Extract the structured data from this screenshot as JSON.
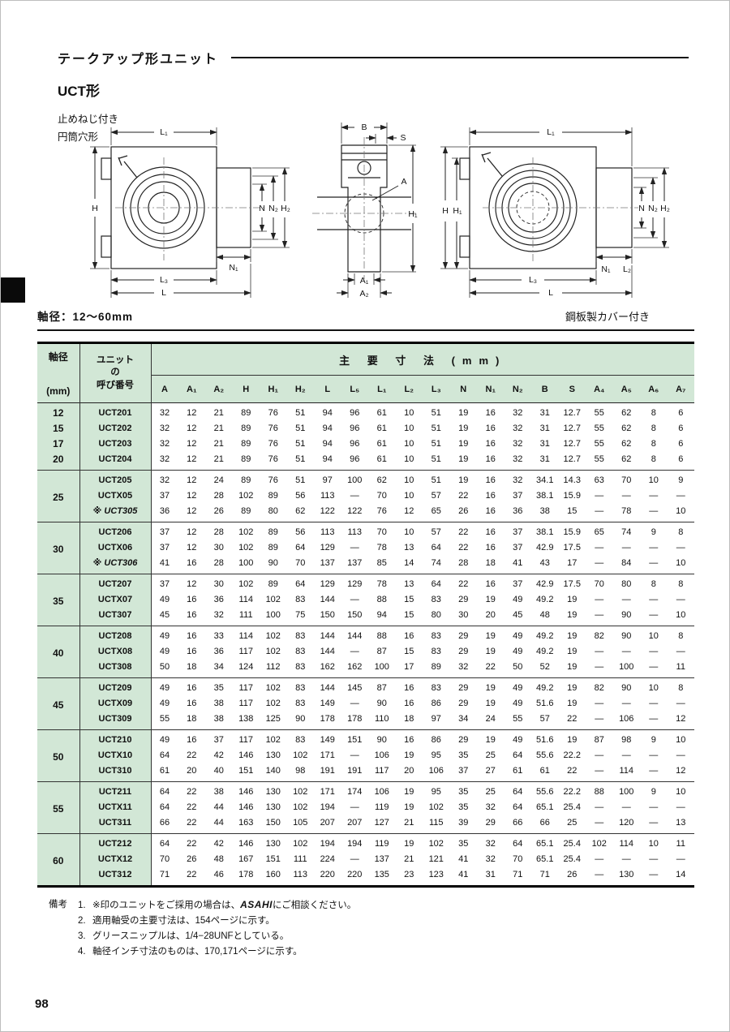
{
  "page": {
    "title": "テークアップ形ユニット",
    "model": "UCT形",
    "feature1": "止めねじ付き",
    "feature2": "円筒穴形",
    "shaft_range": "軸径：12〜60mm",
    "cover_note": "鋼板製カバー付き",
    "page_number": "98"
  },
  "colors": {
    "header_green": "#d2e7d6",
    "line": "#111111"
  },
  "diagrams": {
    "fig1": {
      "L1": "L₁",
      "H": "H",
      "N": "N",
      "N2": "N₂",
      "H2": "H₂",
      "N1": "N₁",
      "L3": "L₃",
      "L": "L"
    },
    "fig2": {
      "B": "B",
      "S": "S",
      "A": "A",
      "H1": "H₁",
      "A1": "A₁",
      "A2": "A₂"
    },
    "fig3": {
      "L1": "L₁",
      "H": "H",
      "H1": "H₁",
      "N": "N",
      "N2": "N₂",
      "H2": "H₂",
      "N1": "N₁",
      "L2": "L₂",
      "L3": "L₃",
      "L": "L"
    }
  },
  "table": {
    "h_shaft": "軸径",
    "h_shaft_unit": "(mm)",
    "h_unit": "ユニット\nの\n呼び番号",
    "h_main": "主 要 寸 法 (mm)",
    "star_mark": "※",
    "dim_headers": [
      "A",
      "A₁",
      "A₂",
      "H",
      "H₁",
      "H₂",
      "L",
      "L₅",
      "L₁",
      "L₂",
      "L₃",
      "N",
      "N₁",
      "N₂",
      "B",
      "S",
      "A₄",
      "A₅",
      "A₆",
      "A₇"
    ],
    "groups": [
      {
        "d": null,
        "rows": [
          {
            "d": "12",
            "name": "UCT201",
            "star": false,
            "v": [
              "32",
              "12",
              "21",
              "89",
              "76",
              "51",
              "94",
              "96",
              "61",
              "10",
              "51",
              "19",
              "16",
              "32",
              "31",
              "12.7",
              "55",
              "62",
              "8",
              "6"
            ]
          },
          {
            "d": "15",
            "name": "UCT202",
            "star": false,
            "v": [
              "32",
              "12",
              "21",
              "89",
              "76",
              "51",
              "94",
              "96",
              "61",
              "10",
              "51",
              "19",
              "16",
              "32",
              "31",
              "12.7",
              "55",
              "62",
              "8",
              "6"
            ]
          },
          {
            "d": "17",
            "name": "UCT203",
            "star": false,
            "v": [
              "32",
              "12",
              "21",
              "89",
              "76",
              "51",
              "94",
              "96",
              "61",
              "10",
              "51",
              "19",
              "16",
              "32",
              "31",
              "12.7",
              "55",
              "62",
              "8",
              "6"
            ]
          },
          {
            "d": "20",
            "name": "UCT204",
            "star": false,
            "v": [
              "32",
              "12",
              "21",
              "89",
              "76",
              "51",
              "94",
              "96",
              "61",
              "10",
              "51",
              "19",
              "16",
              "32",
              "31",
              "12.7",
              "55",
              "62",
              "8",
              "6"
            ]
          }
        ]
      },
      {
        "d": "25",
        "rows": [
          {
            "name": "UCT205",
            "star": false,
            "v": [
              "32",
              "12",
              "24",
              "89",
              "76",
              "51",
              "97",
              "100",
              "62",
              "10",
              "51",
              "19",
              "16",
              "32",
              "34.1",
              "14.3",
              "63",
              "70",
              "10",
              "9"
            ]
          },
          {
            "name": "UCTX05",
            "star": false,
            "v": [
              "37",
              "12",
              "28",
              "102",
              "89",
              "56",
              "113",
              "—",
              "70",
              "10",
              "57",
              "22",
              "16",
              "37",
              "38.1",
              "15.9",
              "—",
              "—",
              "—",
              "—"
            ]
          },
          {
            "name": "UCT305",
            "star": true,
            "v": [
              "36",
              "12",
              "26",
              "89",
              "80",
              "62",
              "122",
              "122",
              "76",
              "12",
              "65",
              "26",
              "16",
              "36",
              "38",
              "15",
              "—",
              "78",
              "—",
              "10"
            ]
          }
        ]
      },
      {
        "d": "30",
        "rows": [
          {
            "name": "UCT206",
            "star": false,
            "v": [
              "37",
              "12",
              "28",
              "102",
              "89",
              "56",
              "113",
              "113",
              "70",
              "10",
              "57",
              "22",
              "16",
              "37",
              "38.1",
              "15.9",
              "65",
              "74",
              "9",
              "8"
            ]
          },
          {
            "name": "UCTX06",
            "star": false,
            "v": [
              "37",
              "12",
              "30",
              "102",
              "89",
              "64",
              "129",
              "—",
              "78",
              "13",
              "64",
              "22",
              "16",
              "37",
              "42.9",
              "17.5",
              "—",
              "—",
              "—",
              "—"
            ]
          },
          {
            "name": "UCT306",
            "star": true,
            "v": [
              "41",
              "16",
              "28",
              "100",
              "90",
              "70",
              "137",
              "137",
              "85",
              "14",
              "74",
              "28",
              "18",
              "41",
              "43",
              "17",
              "—",
              "84",
              "—",
              "10"
            ]
          }
        ]
      },
      {
        "d": "35",
        "rows": [
          {
            "name": "UCT207",
            "star": false,
            "v": [
              "37",
              "12",
              "30",
              "102",
              "89",
              "64",
              "129",
              "129",
              "78",
              "13",
              "64",
              "22",
              "16",
              "37",
              "42.9",
              "17.5",
              "70",
              "80",
              "8",
              "8"
            ]
          },
          {
            "name": "UCTX07",
            "star": false,
            "v": [
              "49",
              "16",
              "36",
              "114",
              "102",
              "83",
              "144",
              "—",
              "88",
              "15",
              "83",
              "29",
              "19",
              "49",
              "49.2",
              "19",
              "—",
              "—",
              "—",
              "—"
            ]
          },
          {
            "name": "UCT307",
            "star": false,
            "v": [
              "45",
              "16",
              "32",
              "111",
              "100",
              "75",
              "150",
              "150",
              "94",
              "15",
              "80",
              "30",
              "20",
              "45",
              "48",
              "19",
              "—",
              "90",
              "—",
              "10"
            ]
          }
        ]
      },
      {
        "d": "40",
        "rows": [
          {
            "name": "UCT208",
            "star": false,
            "v": [
              "49",
              "16",
              "33",
              "114",
              "102",
              "83",
              "144",
              "144",
              "88",
              "16",
              "83",
              "29",
              "19",
              "49",
              "49.2",
              "19",
              "82",
              "90",
              "10",
              "8"
            ]
          },
          {
            "name": "UCTX08",
            "star": false,
            "v": [
              "49",
              "16",
              "36",
              "117",
              "102",
              "83",
              "144",
              "—",
              "87",
              "15",
              "83",
              "29",
              "19",
              "49",
              "49.2",
              "19",
              "—",
              "—",
              "—",
              "—"
            ]
          },
          {
            "name": "UCT308",
            "star": false,
            "v": [
              "50",
              "18",
              "34",
              "124",
              "112",
              "83",
              "162",
              "162",
              "100",
              "17",
              "89",
              "32",
              "22",
              "50",
              "52",
              "19",
              "—",
              "100",
              "—",
              "11"
            ]
          }
        ]
      },
      {
        "d": "45",
        "rows": [
          {
            "name": "UCT209",
            "star": false,
            "v": [
              "49",
              "16",
              "35",
              "117",
              "102",
              "83",
              "144",
              "145",
              "87",
              "16",
              "83",
              "29",
              "19",
              "49",
              "49.2",
              "19",
              "82",
              "90",
              "10",
              "8"
            ]
          },
          {
            "name": "UCTX09",
            "star": false,
            "v": [
              "49",
              "16",
              "38",
              "117",
              "102",
              "83",
              "149",
              "—",
              "90",
              "16",
              "86",
              "29",
              "19",
              "49",
              "51.6",
              "19",
              "—",
              "—",
              "—",
              "—"
            ]
          },
          {
            "name": "UCT309",
            "star": false,
            "v": [
              "55",
              "18",
              "38",
              "138",
              "125",
              "90",
              "178",
              "178",
              "110",
              "18",
              "97",
              "34",
              "24",
              "55",
              "57",
              "22",
              "—",
              "106",
              "—",
              "12"
            ]
          }
        ]
      },
      {
        "d": "50",
        "rows": [
          {
            "name": "UCT210",
            "star": false,
            "v": [
              "49",
              "16",
              "37",
              "117",
              "102",
              "83",
              "149",
              "151",
              "90",
              "16",
              "86",
              "29",
              "19",
              "49",
              "51.6",
              "19",
              "87",
              "98",
              "9",
              "10"
            ]
          },
          {
            "name": "UCTX10",
            "star": false,
            "v": [
              "64",
              "22",
              "42",
              "146",
              "130",
              "102",
              "171",
              "—",
              "106",
              "19",
              "95",
              "35",
              "25",
              "64",
              "55.6",
              "22.2",
              "—",
              "—",
              "—",
              "—"
            ]
          },
          {
            "name": "UCT310",
            "star": false,
            "v": [
              "61",
              "20",
              "40",
              "151",
              "140",
              "98",
              "191",
              "191",
              "117",
              "20",
              "106",
              "37",
              "27",
              "61",
              "61",
              "22",
              "—",
              "114",
              "—",
              "12"
            ]
          }
        ]
      },
      {
        "d": "55",
        "rows": [
          {
            "name": "UCT211",
            "star": false,
            "v": [
              "64",
              "22",
              "38",
              "146",
              "130",
              "102",
              "171",
              "174",
              "106",
              "19",
              "95",
              "35",
              "25",
              "64",
              "55.6",
              "22.2",
              "88",
              "100",
              "9",
              "10"
            ]
          },
          {
            "name": "UCTX11",
            "star": false,
            "v": [
              "64",
              "22",
              "44",
              "146",
              "130",
              "102",
              "194",
              "—",
              "119",
              "19",
              "102",
              "35",
              "32",
              "64",
              "65.1",
              "25.4",
              "—",
              "—",
              "—",
              "—"
            ]
          },
          {
            "name": "UCT311",
            "star": false,
            "v": [
              "66",
              "22",
              "44",
              "163",
              "150",
              "105",
              "207",
              "207",
              "127",
              "21",
              "115",
              "39",
              "29",
              "66",
              "66",
              "25",
              "—",
              "120",
              "—",
              "13"
            ]
          }
        ]
      },
      {
        "d": "60",
        "rows": [
          {
            "name": "UCT212",
            "star": false,
            "v": [
              "64",
              "22",
              "42",
              "146",
              "130",
              "102",
              "194",
              "194",
              "119",
              "19",
              "102",
              "35",
              "32",
              "64",
              "65.1",
              "25.4",
              "102",
              "114",
              "10",
              "11"
            ]
          },
          {
            "name": "UCTX12",
            "star": false,
            "v": [
              "70",
              "26",
              "48",
              "167",
              "151",
              "111",
              "224",
              "—",
              "137",
              "21",
              "121",
              "41",
              "32",
              "70",
              "65.1",
              "25.4",
              "—",
              "—",
              "—",
              "—"
            ]
          },
          {
            "name": "UCT312",
            "star": false,
            "v": [
              "71",
              "22",
              "46",
              "178",
              "160",
              "113",
              "220",
              "220",
              "135",
              "23",
              "123",
              "41",
              "31",
              "71",
              "71",
              "26",
              "—",
              "130",
              "—",
              "14"
            ]
          }
        ]
      }
    ]
  },
  "notes": {
    "label": "備考",
    "items": [
      {
        "num": "1.",
        "pre": "※印のユニットをご採用の場合は、",
        "brand": "ASAHI",
        "post": "にご相談ください。"
      },
      {
        "num": "2.",
        "text": "適用軸受の主要寸法は、154ページに示す。"
      },
      {
        "num": "3.",
        "text": "グリースニップルは、1/4−28UNFとしている。"
      },
      {
        "num": "4.",
        "text": "軸径インチ寸法のものは、170,171ページに示す。"
      }
    ]
  }
}
